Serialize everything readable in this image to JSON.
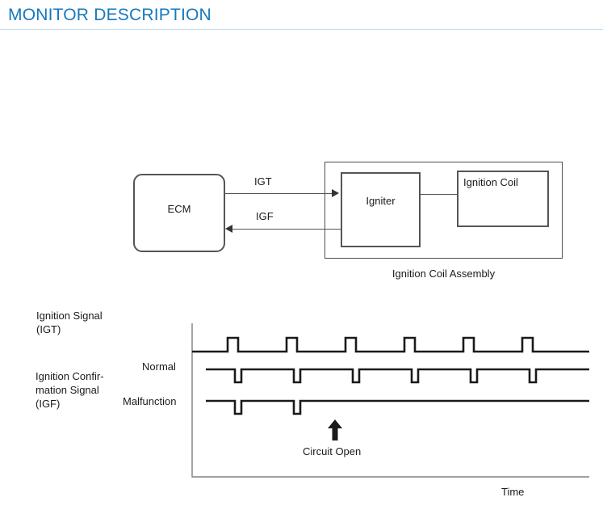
{
  "header": {
    "title": "MONITOR DESCRIPTION",
    "rule_color": "#c5ddee",
    "title_color": "#1579bd"
  },
  "block_diagram": {
    "ecm": {
      "label": "ECM"
    },
    "assembly": {
      "caption": "Ignition Coil Assembly"
    },
    "igniter": {
      "label": "Igniter"
    },
    "ignition_coil": {
      "label": "Ignition Coil"
    },
    "signals": {
      "igt": {
        "label": "IGT",
        "direction": "ecm-to-igniter"
      },
      "igf": {
        "label": "IGF",
        "direction": "igniter-to-ecm"
      }
    }
  },
  "waveform": {
    "igt_caption_line1": "Ignition Signal",
    "igt_caption_line2": "(IGT)",
    "igf_caption_line1": "Ignition Confir-",
    "igf_caption_line2": "mation Signal",
    "igf_caption_line3": "(IGF)",
    "normal_label": "Normal",
    "malfunction_label": "Malfunction",
    "annotation": "Circuit Open",
    "x_axis_label": "Time"
  },
  "chart_data": {
    "type": "line",
    "title": "Ignition Signal Timing Chart",
    "xlabel": "Time",
    "ylabel": "",
    "grid": false,
    "legend": "none",
    "axis": {
      "x_start": 238,
      "x_end": 730,
      "y_top": 400,
      "y_bottom": 590
    },
    "series": [
      {
        "name": "Ignition Signal (IGT)",
        "polarity": "high-pulse",
        "baseline_y": 435,
        "pulse_amplitude": 17,
        "pulse_width": 13,
        "pulse_count": 6,
        "pulse_starts": [
          282,
          355,
          428,
          501,
          574,
          647
        ],
        "trace_start_x": 238,
        "trace_end_x": 730
      },
      {
        "name": "Ignition Confirmation Signal (IGF) - Normal",
        "polarity": "low-pulse",
        "baseline_y": 457,
        "pulse_amplitude": 16,
        "pulse_width": 8,
        "pulse_count": 6,
        "pulse_starts": [
          291,
          364,
          437,
          510,
          583,
          656
        ],
        "trace_start_x": 255,
        "trace_end_x": 730
      },
      {
        "name": "Ignition Confirmation Signal (IGF) - Malfunction",
        "polarity": "low-pulse",
        "baseline_y": 496,
        "pulse_amplitude": 16,
        "pulse_width": 8,
        "pulse_count": 2,
        "pulse_starts": [
          291,
          364
        ],
        "trace_start_x": 255,
        "trace_end_x": 730
      }
    ],
    "annotations": [
      {
        "text": "Circuit Open",
        "arrow_x": 415,
        "arrow_top_y": 519,
        "arrow_bottom_y": 545
      }
    ]
  }
}
